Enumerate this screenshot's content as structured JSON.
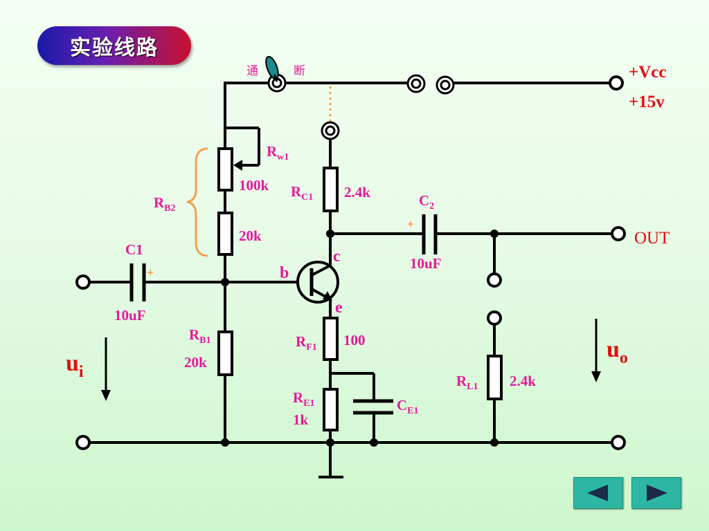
{
  "header": {
    "title": "实验线路"
  },
  "switch": {
    "on_label": "通",
    "off_label": "断"
  },
  "supply": {
    "vcc_label": "+Vcc",
    "voltage_label": "+15v"
  },
  "output": {
    "label": "OUT"
  },
  "components": {
    "rw1": {
      "name": "R",
      "sub": "w1"
    },
    "rw1_value": "100k",
    "rb2": {
      "name": "R",
      "sub": "B2"
    },
    "rb2_value": "20k",
    "rc1": {
      "name": "R",
      "sub": "C1"
    },
    "rc1_value": "2.4k",
    "c2": {
      "name": "C",
      "sub": "2",
      "value": "10uF"
    },
    "c1": {
      "name": "C1",
      "value": "10uF"
    },
    "rb1": {
      "name": "R",
      "sub": "B1",
      "value": "20k"
    },
    "rf1": {
      "name": "R",
      "sub": "F1",
      "value": "100"
    },
    "re1": {
      "name": "R",
      "sub": "E1",
      "value": "1k"
    },
    "ce1": {
      "name": "C",
      "sub": "E1"
    },
    "rl1": {
      "name": "R",
      "sub": "L1",
      "value": "2.4k"
    },
    "polarity_mark": "+"
  },
  "transistor": {
    "base": "b",
    "collector": "c",
    "emitter": "e"
  },
  "signals": {
    "input": {
      "name": "u",
      "sub": "i"
    },
    "output": {
      "name": "u",
      "sub": "o"
    }
  },
  "colors": {
    "label": "#e8189a",
    "supply": "#e01010",
    "polarity": "#ff6600",
    "brace": "#f5a050",
    "nav": "#2db7a2"
  },
  "icons": {
    "prev": "triangle-left-icon",
    "next": "triangle-right-icon"
  }
}
